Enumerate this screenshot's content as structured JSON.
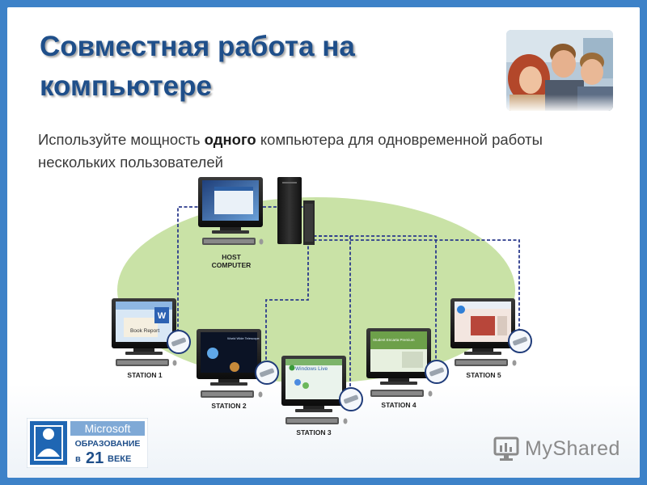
{
  "slide": {
    "title_line1": "Совместная работа на",
    "title_line2": "компьютере",
    "subtitle_before": "Используйте мощность ",
    "subtitle_bold": "одного",
    "subtitle_after": " компьютера для одновременной работы нескольких пользователей"
  },
  "diagram": {
    "host_label_line1": "HOST",
    "host_label_line2": "COMPUTER",
    "stations": [
      {
        "label": "STATION 1",
        "screen_text": "Book Report"
      },
      {
        "label": "STATION 2",
        "screen_text": "World Wide Telescope"
      },
      {
        "label": "STATION 3",
        "screen_text": "Windows Live"
      },
      {
        "label": "STATION 4",
        "screen_text": "Student Encarta Premium"
      },
      {
        "label": "STATION 5",
        "screen_text": ""
      }
    ]
  },
  "logos": {
    "microsoft": "Microsoft",
    "education": "ОБРАЗОВАНИЕ",
    "in": "в",
    "number": "21",
    "century": "ВЕКЕ",
    "myshared": "MyShared"
  },
  "colors": {
    "title": "#1f4f8a",
    "frame": "#3d82c8",
    "ellipse": "#c9e2a6",
    "cable": "#2b3a8c"
  }
}
